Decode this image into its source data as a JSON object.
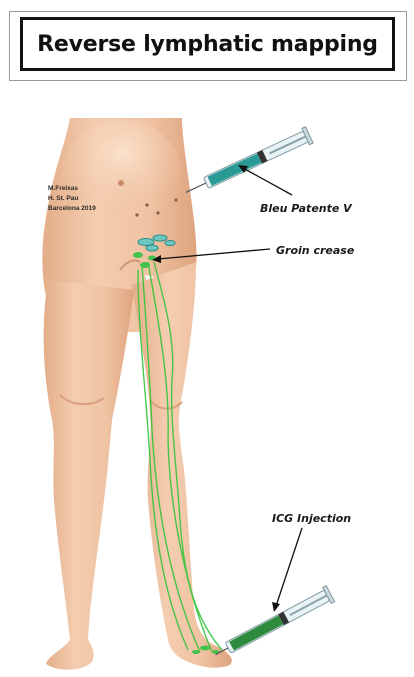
{
  "title": "Reverse lymphatic mapping",
  "signature": {
    "line1": "M.Freixas",
    "line2": "H. St. Pau",
    "line3": "Barcelona 2019"
  },
  "labels": {
    "bleu": "Bleu Patente V",
    "groin": "Groin crease",
    "icg": "ICG Injection"
  },
  "colors": {
    "skin": "#f1c4a4",
    "skin_shadow": "#dfa882",
    "lymph_green": "#35c43c",
    "dye_teal": "#2a9a95",
    "icg_green": "#2e8b3e",
    "title_border": "#111111"
  },
  "icons": [
    "syringe-icon",
    "syringe-icon",
    "arrow-icon"
  ]
}
